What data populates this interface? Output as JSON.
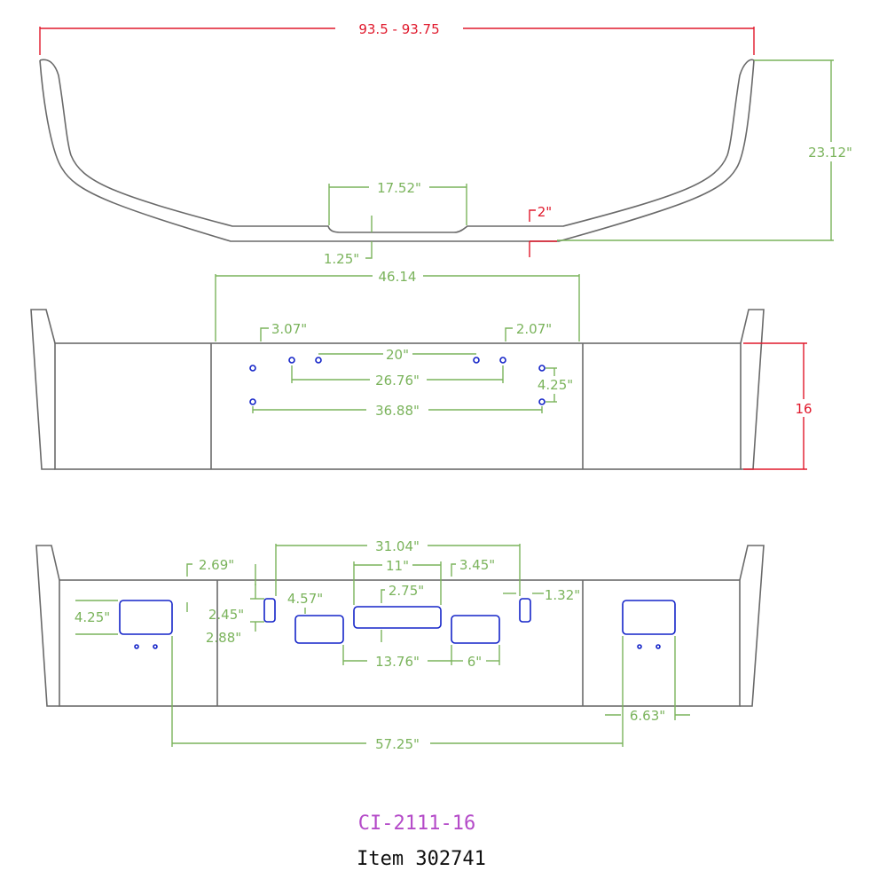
{
  "colors": {
    "outline": "#6a6a6a",
    "dimension_green": "#7ab35b",
    "dimension_red": "#e0182b",
    "holes_blue": "#1424c8",
    "part_number": "#b44ac8"
  },
  "top_view": {
    "overall_width": "93.5 - 93.75",
    "height": "23.12\"",
    "center_recess_width": "17.52\"",
    "center_recess_depth": "1.25\"",
    "thickness": "2\""
  },
  "front_view_upper": {
    "span": "46.14",
    "left_offset": "3.07\"",
    "right_offset": "2.07\"",
    "inner_holes": "20\"",
    "middle_holes": "26.76\"",
    "outer_holes": "36.88\"",
    "hole_vertical": "4.25\"",
    "height": "16"
  },
  "front_view_lower": {
    "span_top": "31.04\"",
    "center_slot_width": "11\"",
    "right_offset": "3.45\"",
    "left_offset": "2.69\"",
    "center_slot_height": "2.75\"",
    "left_slot_offset": "4.57\"",
    "right_slot_offset": "1.32\"",
    "small_slot_top": "2.45\"",
    "small_slot_bottom": "2.88\"",
    "light_height": "4.25\"",
    "slots_span": "13.76\"",
    "right_slot_width": "6\"",
    "light_width": "6.63\"",
    "lights_span": "57.25\""
  },
  "labels": {
    "part_number": "CI-2111-16",
    "item": "Item 302741"
  }
}
